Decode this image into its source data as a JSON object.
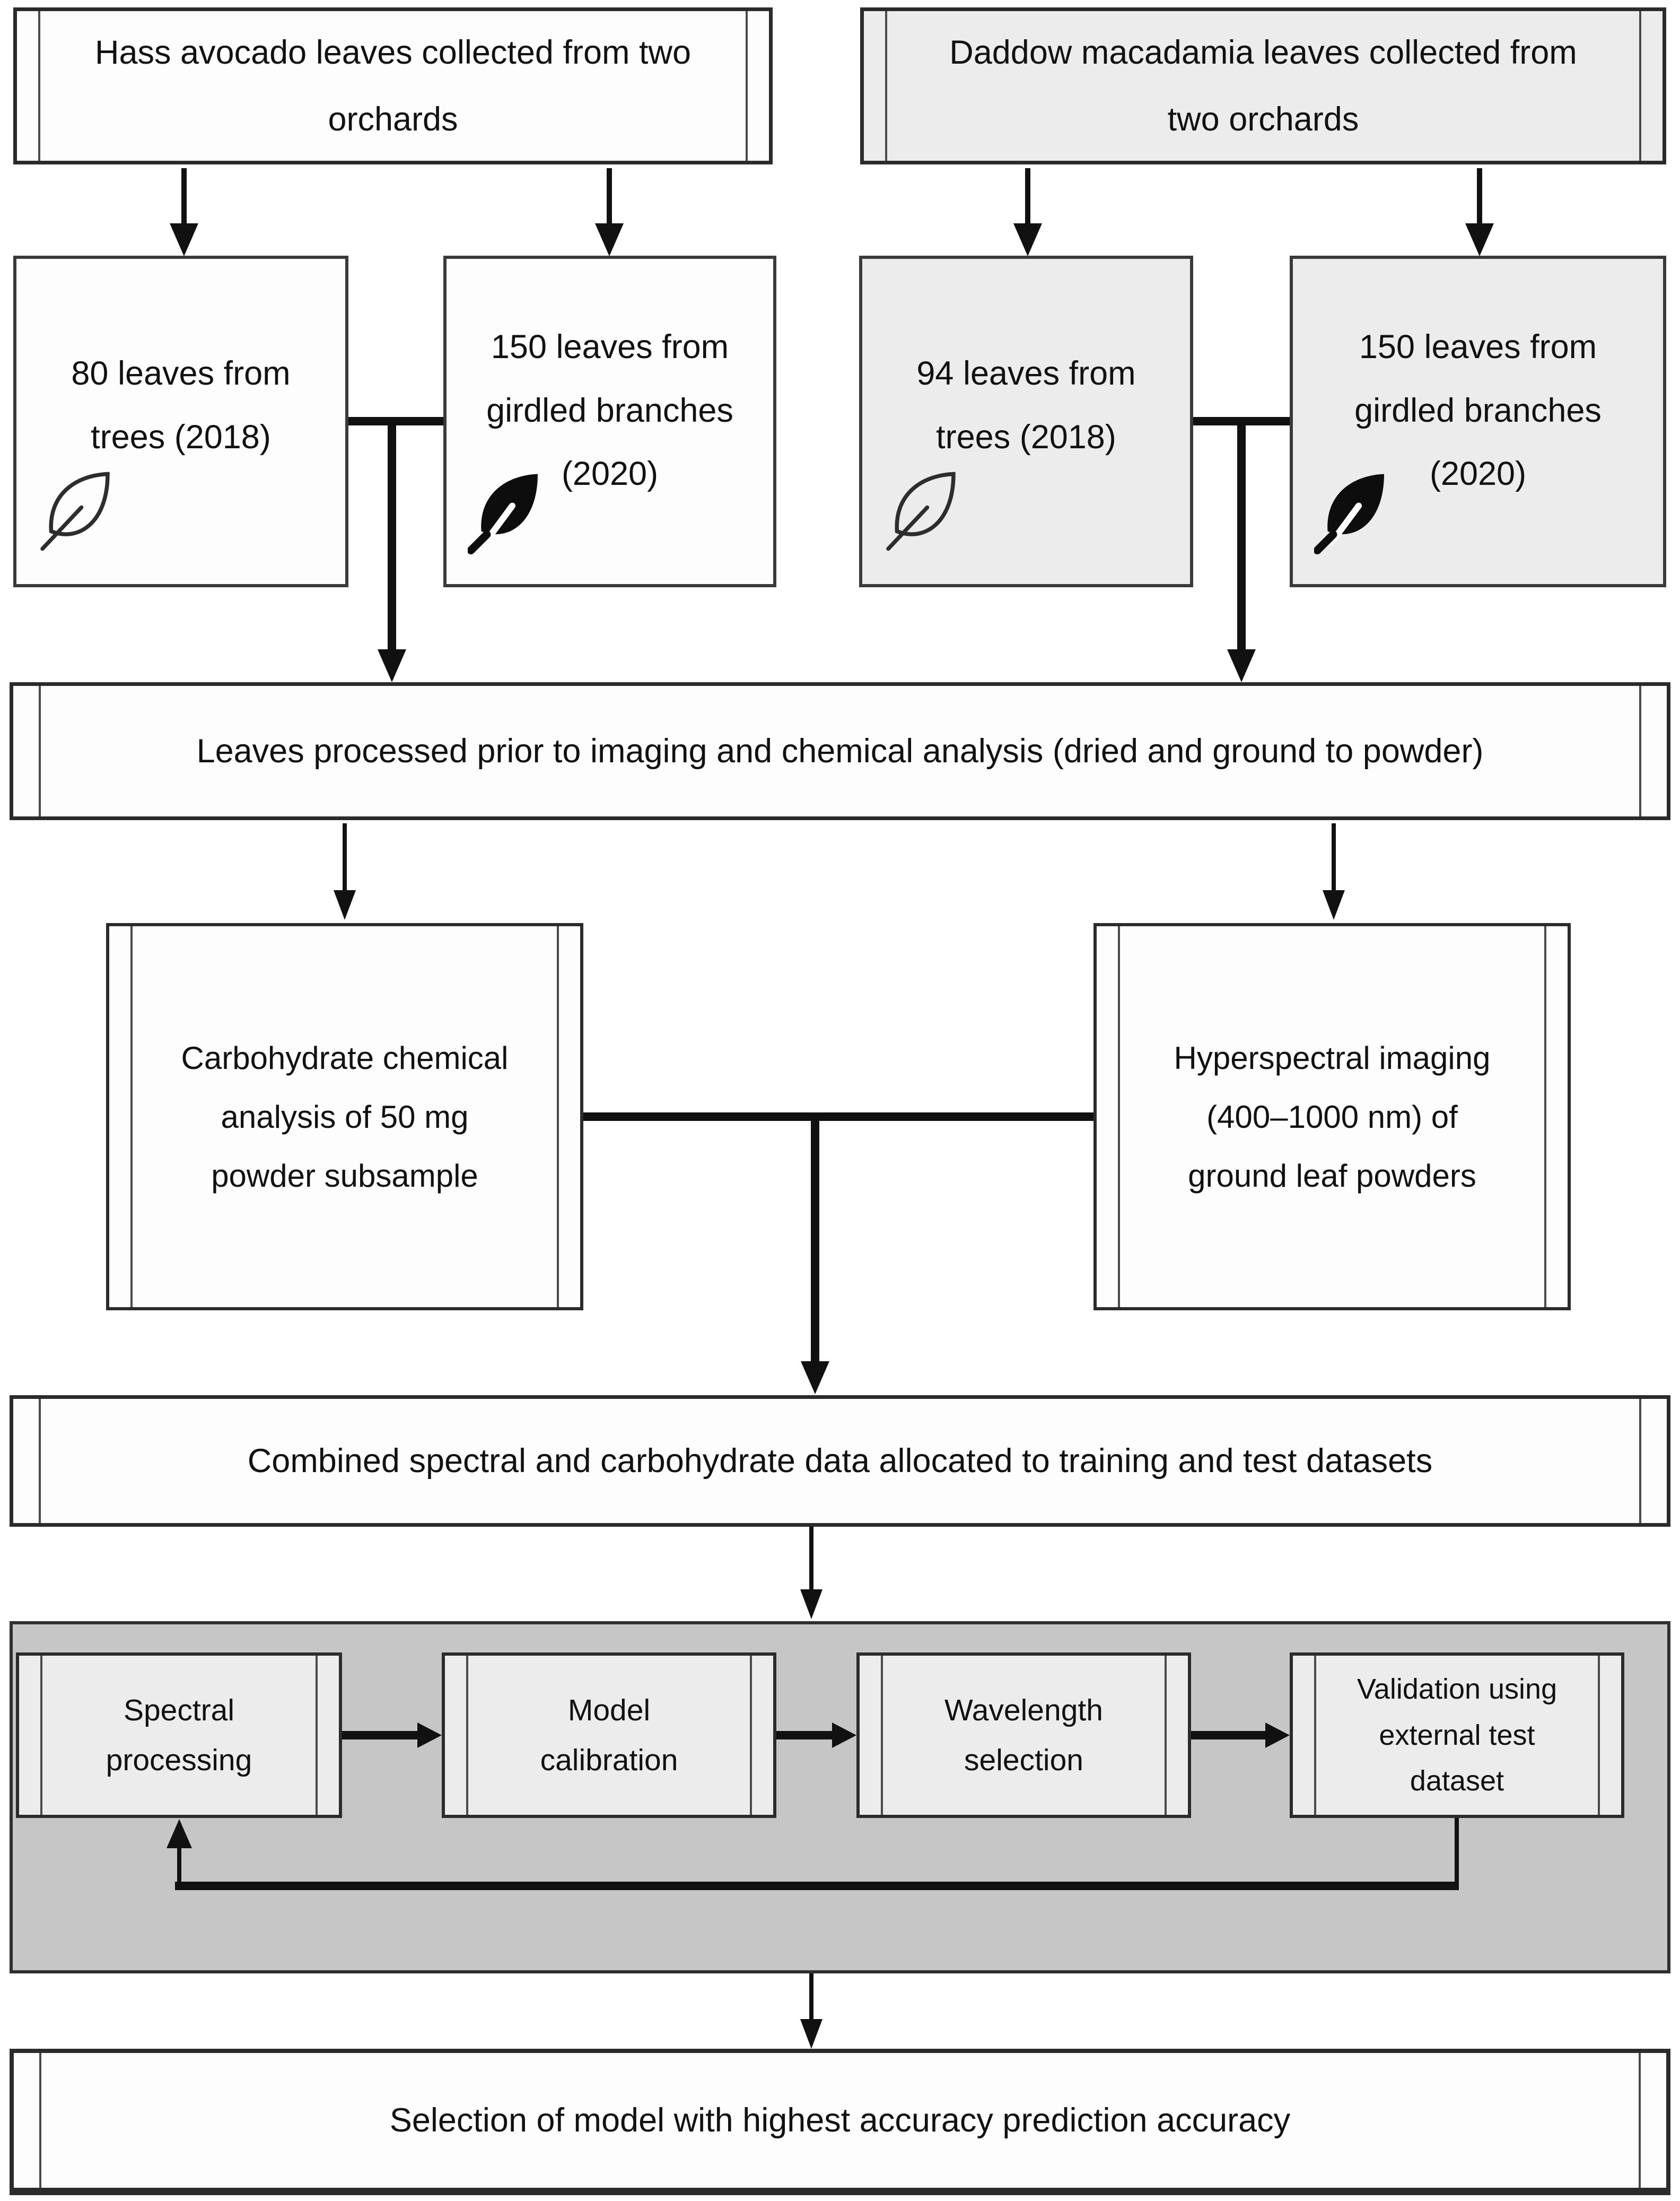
{
  "diagram": {
    "type": "flowchart",
    "nodes": {
      "hass_source": {
        "label": "Hass avocado leaves collected from two\norchards"
      },
      "daddow_source": {
        "label": "Daddow macadamia leaves collected from\ntwo orchards"
      },
      "avocado_trees": {
        "label": "80 leaves from\ntrees (2018)",
        "icon": "leaf-outline-icon"
      },
      "avocado_girdled": {
        "label": "150 leaves from\ngirdled branches\n(2020)",
        "icon": "leaf-filled-icon"
      },
      "macadamia_trees": {
        "label": "94 leaves from\ntrees (2018)",
        "icon": "leaf-outline-icon"
      },
      "macadamia_girdled": {
        "label": "150 leaves from\ngirdled branches\n(2020)",
        "icon": "leaf-filled-icon"
      },
      "leaves_processed": {
        "label": "Leaves processed prior to imaging and chemical analysis (dried and ground to powder)"
      },
      "carbohydrate": {
        "label": "Carbohydrate chemical\nanalysis of 50 mg\npowder subsample"
      },
      "hyperspectral": {
        "label": "Hyperspectral imaging\n(400–1000 nm) of\nground leaf powders"
      },
      "combined_data": {
        "label": "Combined spectral and carbohydrate data allocated to training and test datasets"
      },
      "spectral_processing": {
        "label": "Spectral\nprocessing"
      },
      "model_calibration": {
        "label": "Model\ncalibration"
      },
      "wavelength_selection": {
        "label": "Wavelength\nselection"
      },
      "validation": {
        "label": "Validation using\nexternal test\ndataset"
      },
      "model_selection": {
        "label": "Selection of model with highest accuracy prediction accuracy"
      }
    },
    "colors": {
      "box_fill_white": "#fdfdfd",
      "box_fill_gray": "#ececec",
      "modelling_region_fill": "#c6c6c6",
      "line": "#111111",
      "border": "#2b2b2b"
    }
  }
}
